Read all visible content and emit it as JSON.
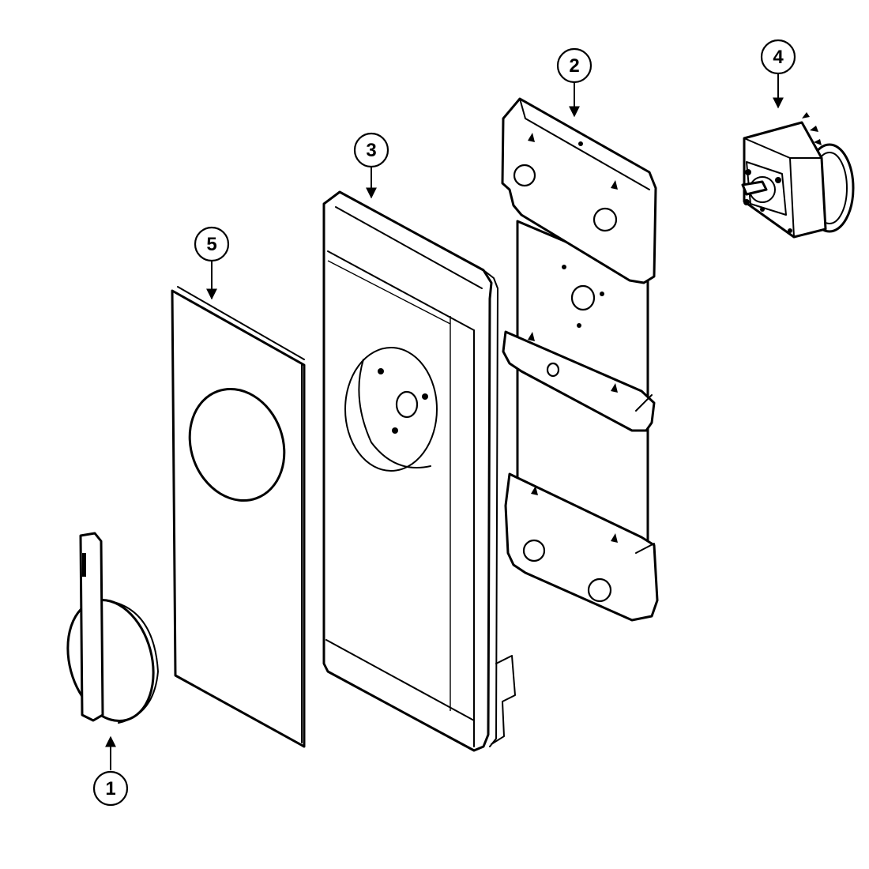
{
  "callouts": {
    "knob": "1",
    "mounting_bracket": "2",
    "control_panel": "3",
    "timer": "4",
    "overlay": "5"
  }
}
